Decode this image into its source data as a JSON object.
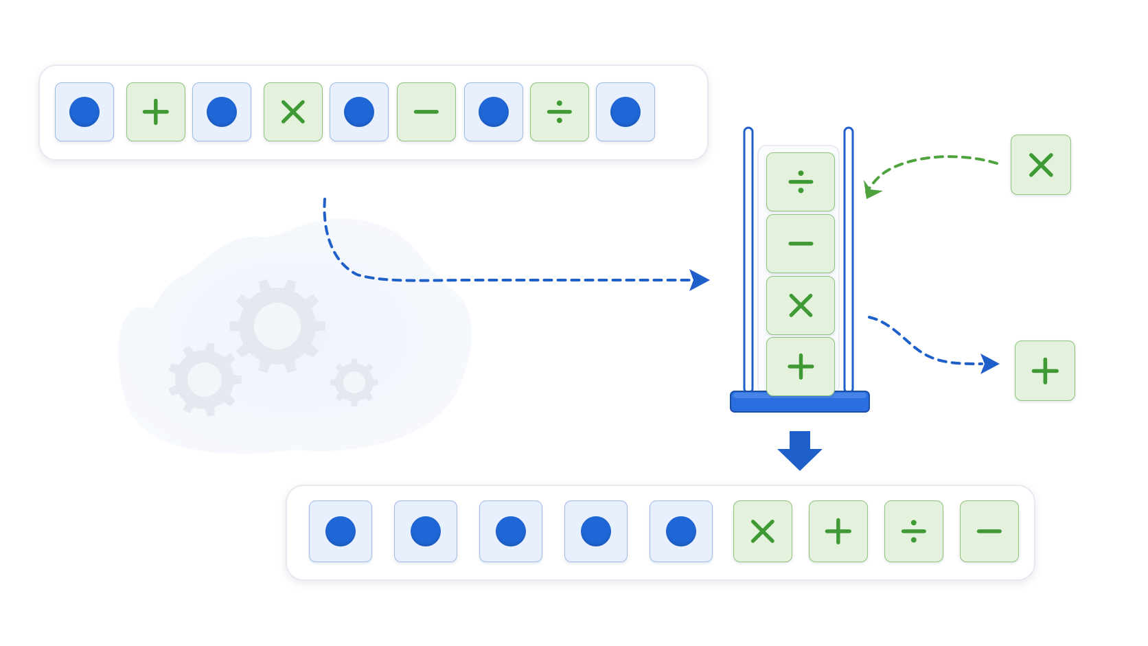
{
  "colors": {
    "digit_fill": "#e7f0fc",
    "digit_border": "#9dbbe6",
    "digit_dot": "#1f67d6",
    "operator_fill": "#e4f1dc",
    "operator_border": "#8fc27a",
    "operator_symbol": "#3f9a35",
    "stack_blue": "#1f5fc9",
    "pop_arrow": "#4ea33f"
  },
  "input_sequence": [
    {
      "kind": "digit",
      "icon": "blue-dot-icon"
    },
    {
      "kind": "operator",
      "icon": "plus-icon"
    },
    {
      "kind": "digit",
      "icon": "blue-dot-icon"
    },
    {
      "kind": "operator",
      "icon": "times-icon"
    },
    {
      "kind": "digit",
      "icon": "blue-dot-icon"
    },
    {
      "kind": "operator",
      "icon": "minus-icon"
    },
    {
      "kind": "digit",
      "icon": "blue-dot-icon"
    },
    {
      "kind": "operator",
      "icon": "divide-icon"
    },
    {
      "kind": "digit",
      "icon": "blue-dot-icon"
    }
  ],
  "stack": {
    "items_top_to_bottom": [
      {
        "kind": "operator",
        "icon": "divide-icon"
      },
      {
        "kind": "operator",
        "icon": "minus-icon"
      },
      {
        "kind": "operator",
        "icon": "times-icon"
      },
      {
        "kind": "operator",
        "icon": "plus-icon"
      }
    ]
  },
  "incoming_item": {
    "kind": "operator",
    "icon": "times-icon"
  },
  "outgoing_item": {
    "kind": "operator",
    "icon": "plus-icon"
  },
  "output_sequence": [
    {
      "kind": "digit",
      "icon": "blue-dot-icon"
    },
    {
      "kind": "digit",
      "icon": "blue-dot-icon"
    },
    {
      "kind": "digit",
      "icon": "blue-dot-icon"
    },
    {
      "kind": "digit",
      "icon": "blue-dot-icon"
    },
    {
      "kind": "digit",
      "icon": "blue-dot-icon"
    },
    {
      "kind": "operator",
      "icon": "times-icon"
    },
    {
      "kind": "operator",
      "icon": "plus-icon"
    },
    {
      "kind": "operator",
      "icon": "divide-icon"
    },
    {
      "kind": "operator",
      "icon": "minus-icon"
    }
  ],
  "decoration": {
    "icon": "gears-icon"
  }
}
